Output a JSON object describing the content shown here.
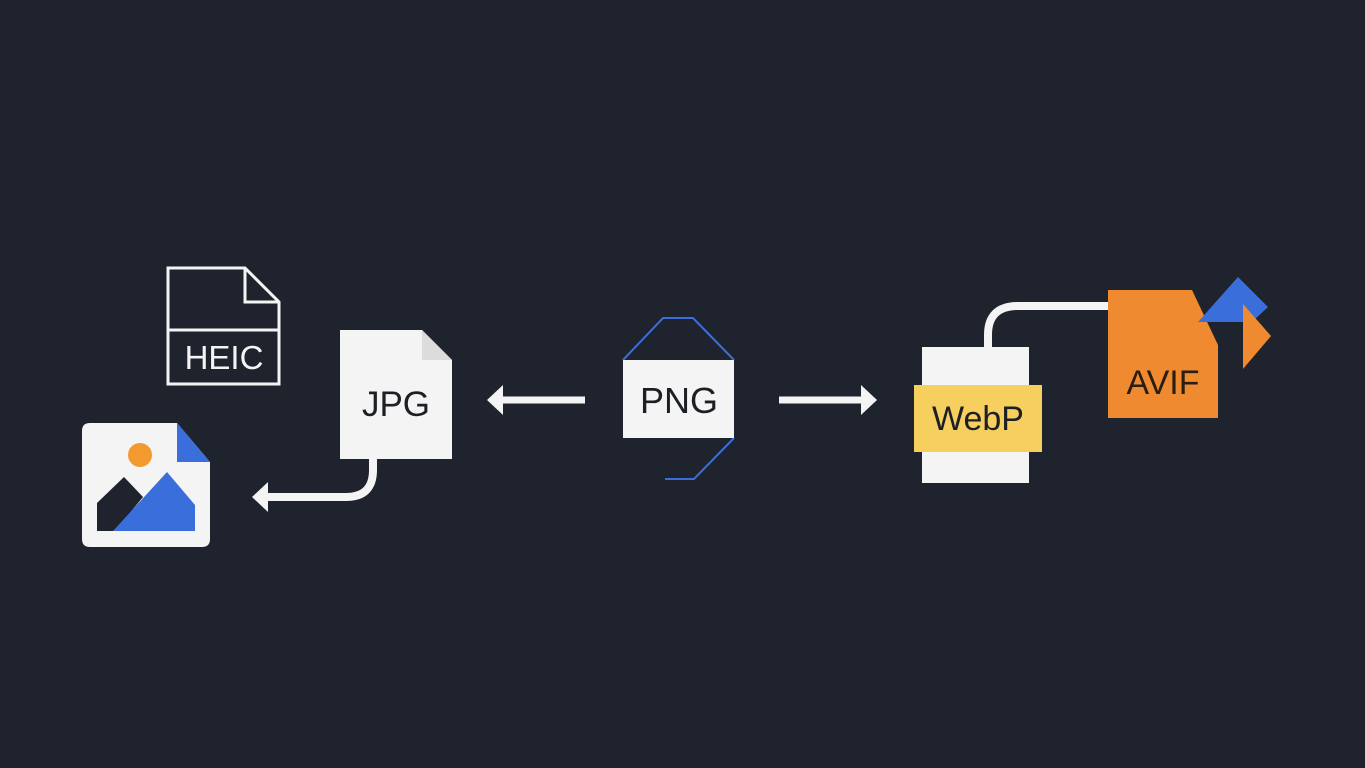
{
  "formats": {
    "heic": "HEIC",
    "jpg": "JPG",
    "png": "PNG",
    "webp": "WebP",
    "avif": "AVIF"
  },
  "colors": {
    "background": "#1e232d",
    "white": "#f4f4f4",
    "text": "#1c1f24",
    "blue": "#3a6fdb",
    "orange": "#f08a30",
    "yellow": "#f7cf5f",
    "sun": "#f29a2e"
  }
}
